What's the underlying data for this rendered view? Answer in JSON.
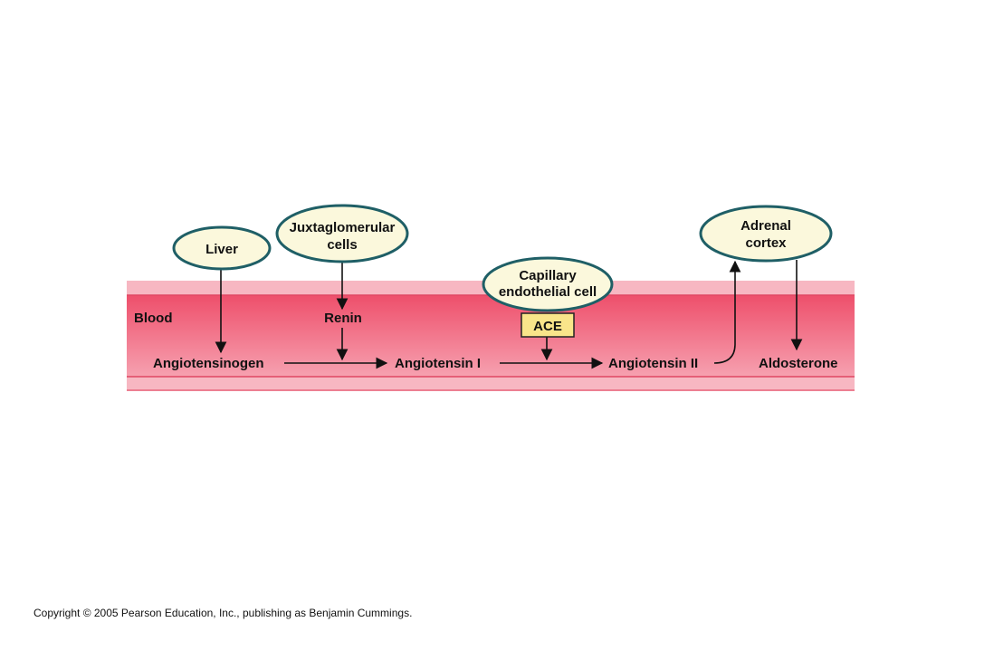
{
  "vessel": {
    "label": "Blood",
    "lumen_color": "#f0607a",
    "wall_color": "#f7b7c2"
  },
  "cells": {
    "liver": "Liver",
    "juxtaglomerular": [
      "Juxtaglomerular",
      "cells"
    ],
    "capillary": [
      "Capillary",
      "endothelial cell"
    ],
    "adrenal": [
      "Adrenal",
      "cortex"
    ],
    "fill_color": "#fbf8dc",
    "border_color": "#1f5f66"
  },
  "molecules": {
    "renin": "Renin",
    "ace": "ACE",
    "ace_box_color": "#f9e58a",
    "angiotensinogen": "Angiotensinogen",
    "angiotensin_i": "Angiotensin I",
    "angiotensin_ii": "Angiotensin II",
    "aldosterone": "Aldosterone"
  },
  "footer": {
    "copyright": "Copyright © 2005 Pearson Education, Inc., publishing as Benjamin Cummings."
  }
}
